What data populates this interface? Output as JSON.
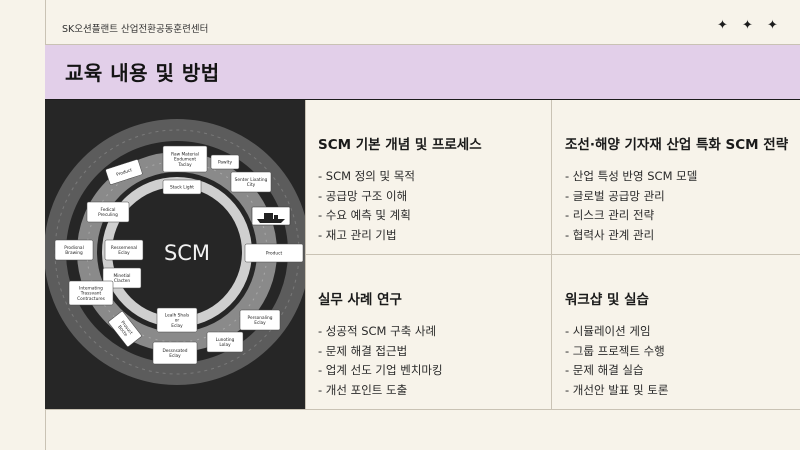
{
  "header": {
    "org_name": "SK오션플랜트 산업전환공동훈련센터",
    "decoration": "✦ ✦ ✦"
  },
  "page": {
    "title": "교육 내용 및 방법"
  },
  "diagram": {
    "center_label": "SCM",
    "boxes": [
      [
        "Raw Material",
        "Eodument",
        "Taclay"
      ],
      [
        "Pawlty"
      ],
      [
        "Senter Lixating",
        "City"
      ],
      [
        "Product"
      ],
      [
        "Stack Light"
      ],
      [
        "Fedical",
        "Preculing"
      ],
      [
        "Prodisnal",
        "Brawing"
      ],
      [
        "Ressernenal",
        "Eclay"
      ],
      [
        "Product"
      ],
      [
        "Minetial",
        "Clacten"
      ],
      [
        "Internating",
        "Trassvant",
        "Contractures"
      ],
      [
        "Lealh Shals",
        "or",
        "Eclay"
      ],
      [
        "Personaling",
        "Eclay"
      ],
      [
        "Lunoting",
        "Lolay"
      ],
      [
        "Dessnsated",
        "Eclay"
      ],
      [
        "Prosuct",
        "Bocte"
      ]
    ]
  },
  "sections": [
    {
      "title": "SCM 기본 개념 및 프로세스",
      "items": [
        "- SCM 정의 및 목적",
        "- 공급망 구조 이해",
        "- 수요 예측 및 계획",
        "- 재고 관리 기법"
      ]
    },
    {
      "title": "조선·해양 기자재 산업 특화 SCM 전략",
      "items": [
        "- 산업 특성 반영 SCM 모델",
        "- 글로벌 공급망 관리",
        "- 리스크 관리 전략",
        "- 협력사 관계 관리"
      ]
    },
    {
      "title": "실무 사례 연구",
      "items": [
        "- 성공적 SCM 구축 사례",
        "- 문제 해결 접근법",
        "- 업계 선도 기업 벤치마킹",
        "- 개선 포인트 도출"
      ]
    },
    {
      "title": "워크샵 및 실습",
      "items": [
        "- 시뮬레이션 게임",
        "- 그룹 프로젝트 수행",
        "- 문제 해결 실습",
        "- 개선안 발표 및 토론"
      ]
    }
  ]
}
